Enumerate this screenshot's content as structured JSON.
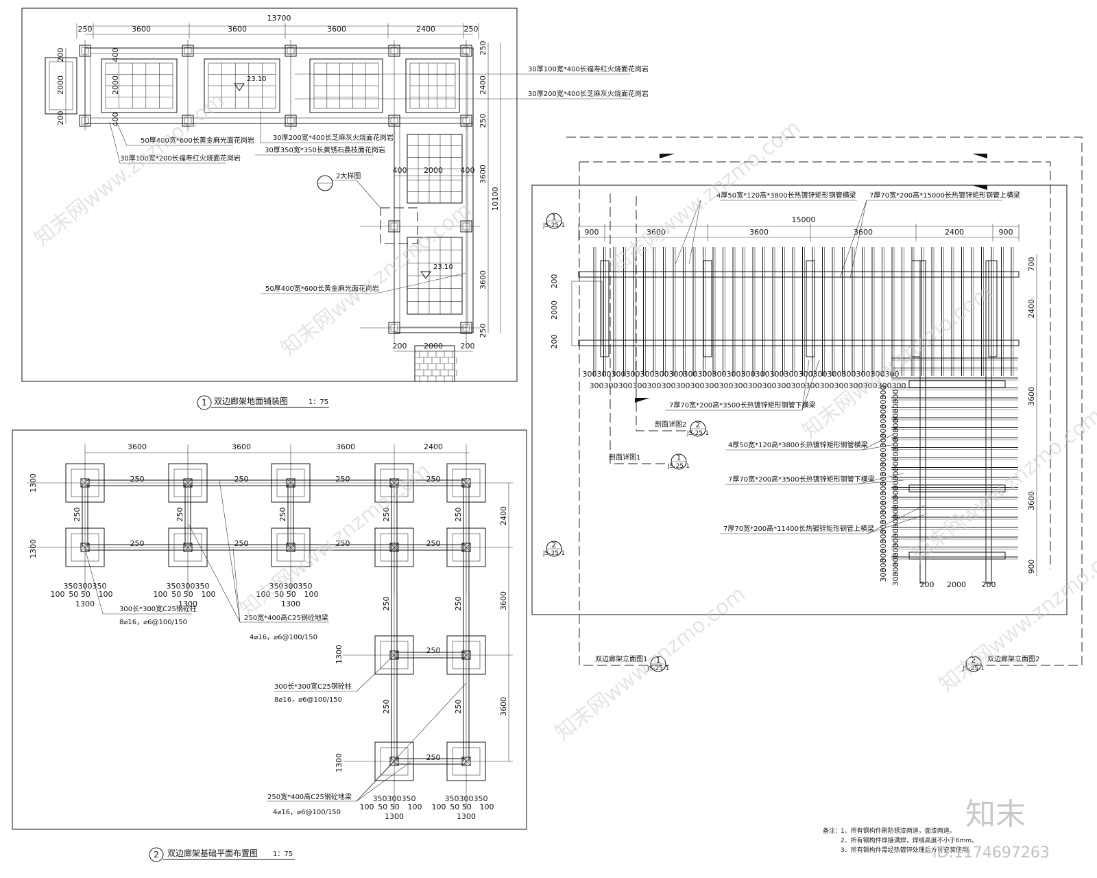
{
  "plan1": {
    "title": "双边廊架地面铺装图",
    "scale": "1：75",
    "index": "1",
    "dims_top": [
      "250",
      "3600",
      "3600",
      "3600",
      "2400",
      "250"
    ],
    "total_top": "13700",
    "dims_right": [
      "250",
      "2400",
      "250"
    ],
    "dims_left": [
      "200",
      "2000",
      "200"
    ],
    "dims_inner_left": [
      "400",
      "2000",
      "400"
    ],
    "dims_leg": [
      "400",
      "2000",
      "400"
    ],
    "dims_leg_right": [
      "3600",
      "10100",
      "3600",
      "250"
    ],
    "dims_bottom": [
      "200",
      "2000",
      "200"
    ],
    "elevation": "23.10",
    "elevation2": "23.10",
    "detail_ref": "2大样图",
    "labels": [
      "30厚100宽*400长福寿红火烧面花岗岩",
      "30厚200宽*400长芝麻灰火烧面花岗岩",
      "30厚200宽*400长芝麻灰火烧面花岗岩",
      "30厚350宽*350长黄锈石荔枝面花岗岩",
      "50厚400宽*600长黄金麻光面花岗岩",
      "30厚100宽*200长福寿红火烧面花岗岩",
      "50厚400宽*600长黄金麻光面花岗岩"
    ]
  },
  "plan2": {
    "title": "双边廊架基础平面布置图",
    "scale": "1：75",
    "index": "2",
    "dims_top": [
      "3600",
      "3600",
      "3600",
      "2400"
    ],
    "dims_right": [
      "2400",
      "3600",
      "3600"
    ],
    "dims_left": [
      "1300",
      "1300",
      "1300",
      "1300"
    ],
    "footing_dims": [
      "350",
      "300",
      "350"
    ],
    "footing_sub": [
      "100",
      "50",
      "50",
      "100"
    ],
    "footing_total": "1300",
    "beam_dim": "250",
    "labels": [
      "300长*300宽C25钢砼柱",
      "8⌀16，⌀6@100/150",
      "250宽*400高C25钢砼地梁",
      "4⌀16，⌀6@100/150",
      "300长*300宽C25钢砼柱",
      "8⌀16，⌀6@100/150",
      "250宽*400高C25钢砼地梁",
      "4⌀16，⌀6@100/150"
    ]
  },
  "plan3": {
    "dims_top": [
      "900",
      "3600",
      "3600",
      "3600",
      "2400",
      "900"
    ],
    "total_top": "15000",
    "dims_right": [
      "700",
      "2400",
      "3600",
      "3600",
      "900"
    ],
    "dims_left": [
      "200",
      "2000",
      "200"
    ],
    "dims_bottom": [
      "200",
      "2000",
      "200"
    ],
    "spacing": "300",
    "labels": [
      "4厚50宽*120高*3800长热镀锌矩形钢管横梁",
      "7厚70宽*200高*15000长热镀锌矩形钢管上横梁",
      "7厚70宽*200高*3500长热镀锌矩形钢管下横梁",
      "4厚50宽*120高*3800长热镀锌矩形钢管横梁",
      "7厚70宽*200高*3500长热镀锌矩形钢管下横梁",
      "7厚70宽*200高*11400长热镀锌矩形钢管上横梁"
    ],
    "section_refs": [
      "1",
      "2",
      "1",
      "2",
      "1",
      "2"
    ],
    "sheet_ref": "JS-25-1",
    "callouts": [
      "剖面详图2",
      "剖面详图1",
      "双边廊架立面图1",
      "双边廊架立面图2"
    ],
    "notes_head": "备注：",
    "notes": [
      "1、所有钢构件刷防锈漆两道，面漆两道。",
      "2、所有钢构件焊接满焊，焊缝高度不小于6mm。",
      "3、所有钢构件需经热镀锌处理后方可安装使用。"
    ]
  },
  "watermark": {
    "text": "知末网www.znzmo.com",
    "logo": "知末",
    "id": "ID:1174697263"
  }
}
